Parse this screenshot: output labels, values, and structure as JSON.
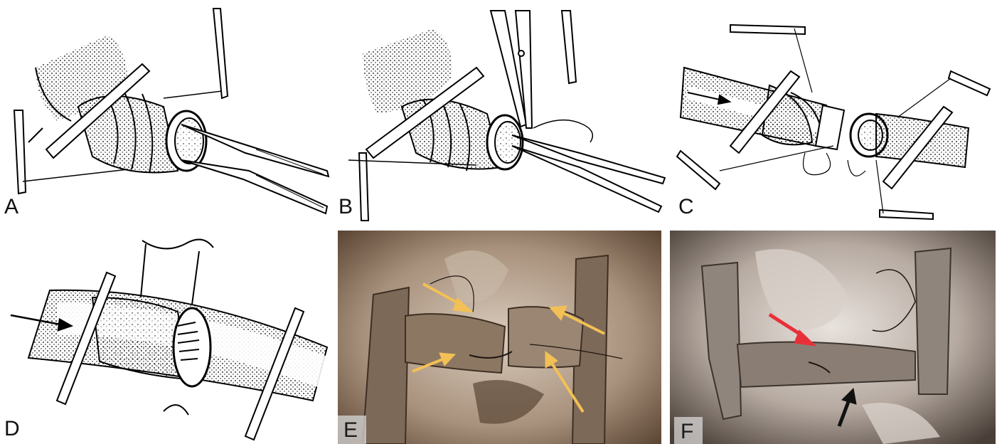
{
  "figure": {
    "panels": [
      {
        "letter": "A"
      },
      {
        "letter": "B"
      },
      {
        "letter": "C"
      },
      {
        "letter": "D"
      },
      {
        "letter": "E"
      },
      {
        "letter": "F"
      }
    ]
  },
  "arrow_colors": {
    "photo_e_arrows": "#f2c055",
    "photo_f_red_arrow": "#e8303a",
    "photo_f_black_arrow": "#111111"
  }
}
